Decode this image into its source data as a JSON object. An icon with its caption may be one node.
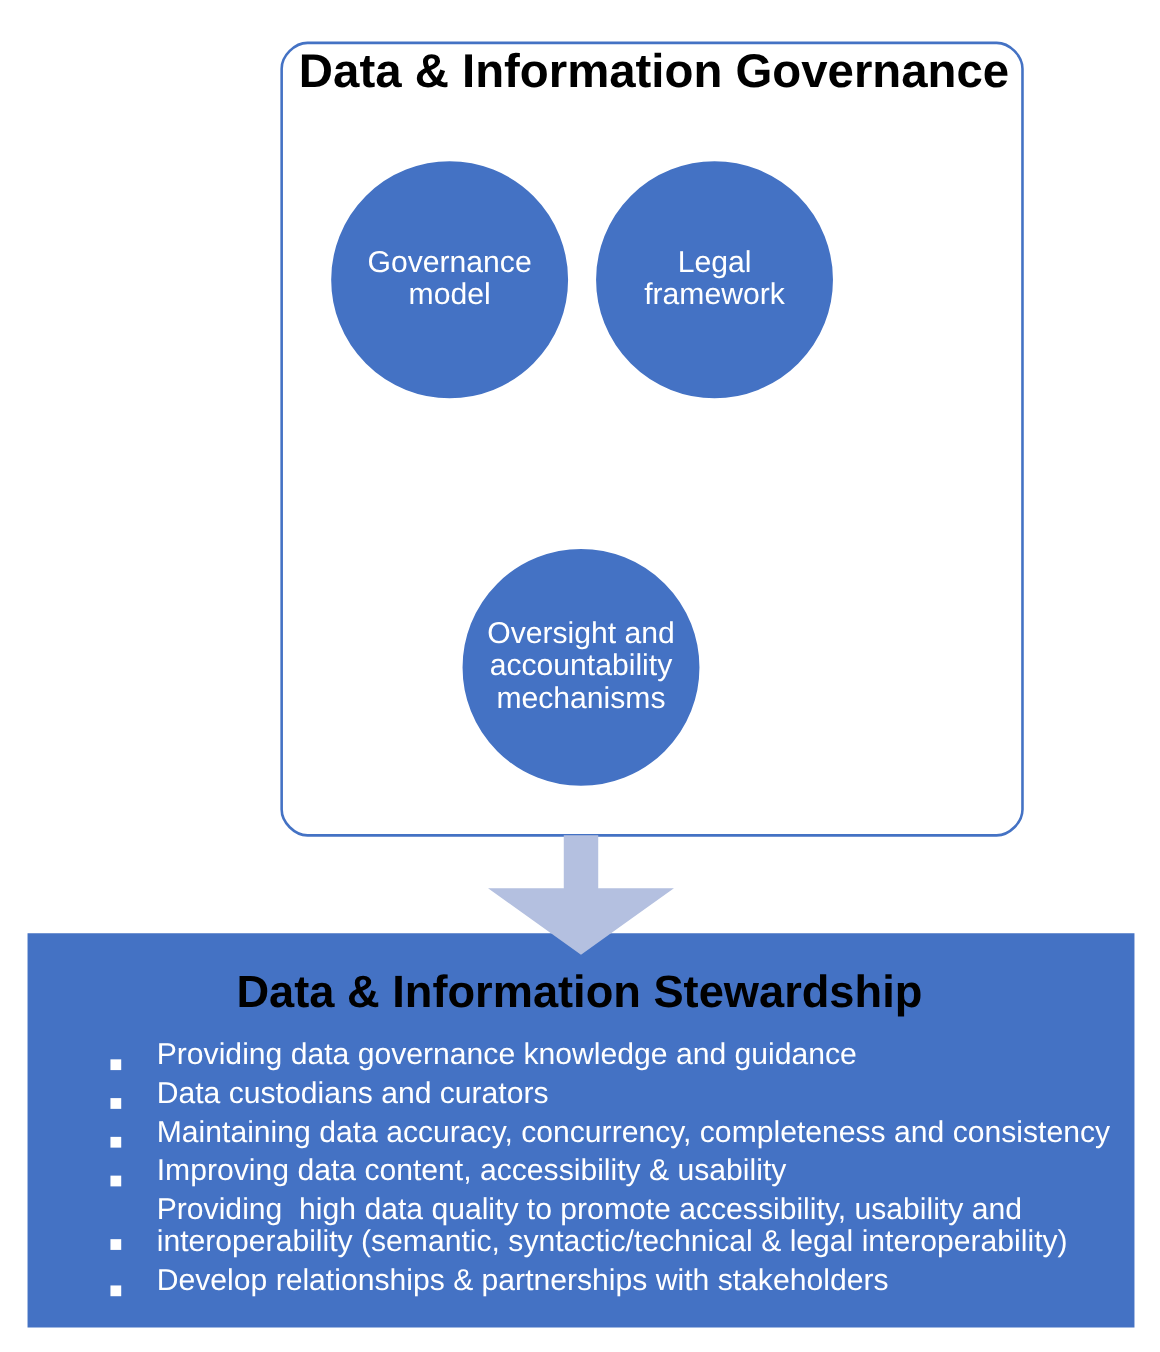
{
  "diagram": {
    "nodes": [
      {
        "text": [
          "Data & Information Governance"
        ]
      },
      {
        "text": [
          "Governance model"
        ],
        "in": 0
      },
      {
        "text": [
          "Legal framework"
        ],
        "in": 0
      },
      {
        "text": [
          "Oversight and accountability mechanisms"
        ],
        "in": 0
      },
      {
        "text": [
          "Data & Information Stewardship",
          "Providing data governance knowledge and guidance",
          "Data custodians and curators",
          "Maintaining data accuracy, concurrency, completeness and consistency",
          "Improving data content, accessibility & usability",
          "Providing  high data quality to promote accessibility, usability and interoperability (semantic, syntactic/technical & legal interoperability)",
          "Develop relationships & partnerships with stakeholders"
        ]
      }
    ],
    "edges": [
      {
        "from": 0,
        "to": 4,
        "arrow": "to",
        "color": "#b4c0e0"
      }
    ]
  }
}
